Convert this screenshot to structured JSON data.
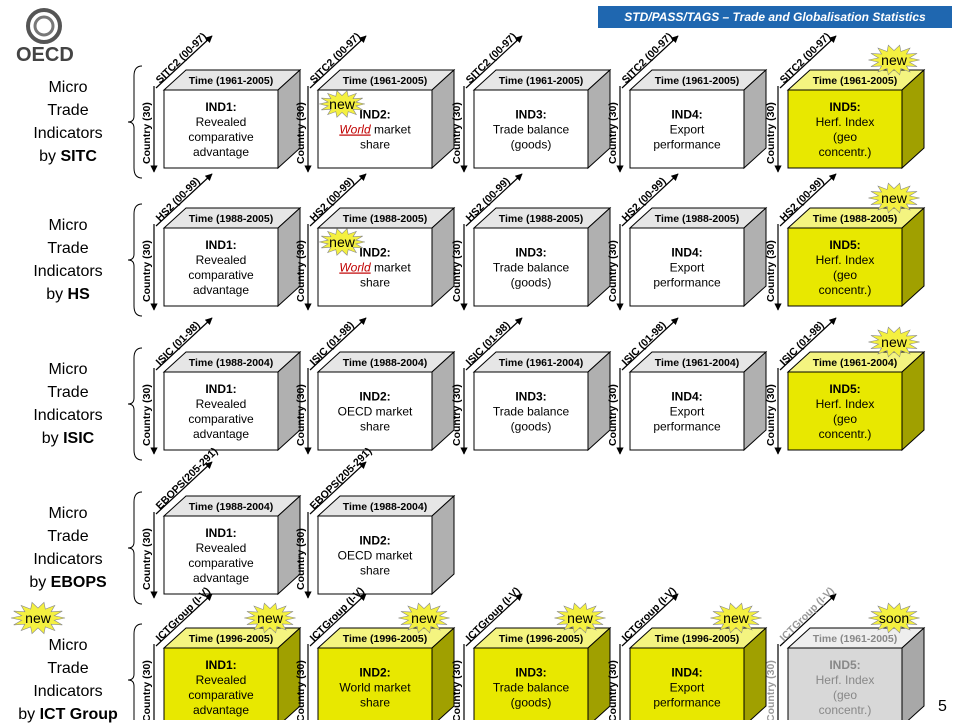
{
  "header": {
    "title": "STD/PASS/TAGS – Trade and Globalisation Statistics"
  },
  "logo": {
    "text": "OECD"
  },
  "page_number": "5",
  "colors": {
    "header_bg": "#1f67b0",
    "yellow": "#e8e800",
    "gray": "#c0c0c0",
    "burst": "#f4f040"
  },
  "rows": [
    {
      "title_lines": [
        "Micro",
        "Trade",
        "Indicators",
        "by "
      ],
      "title_bold": "SITC",
      "dim": "SITC2 (00-97)",
      "boxes": [
        {
          "time": "Time (1961-2005)",
          "lines": [
            "IND1:",
            "Revealed",
            "comparative",
            "advantage"
          ],
          "style": "white"
        },
        {
          "time": "Time (1961-2005)",
          "lines": [
            "IND2:",
            "World market",
            "share"
          ],
          "style": "white",
          "underline": "World",
          "badge": "new"
        },
        {
          "time": "Time (1961-2005)",
          "lines": [
            "IND3:",
            "Trade balance",
            "(goods)"
          ],
          "style": "white"
        },
        {
          "time": "Time (1961-2005)",
          "lines": [
            "IND4:",
            "Export",
            "performance"
          ],
          "style": "white"
        },
        {
          "time": "Time (1961-2005)",
          "lines": [
            "IND5:",
            "Herf. Index",
            "(geo",
            "concentr.)"
          ],
          "style": "yellow",
          "badge": "new"
        }
      ]
    },
    {
      "title_lines": [
        "Micro",
        "Trade",
        "Indicators",
        "by "
      ],
      "title_bold": "HS",
      "dim": "HS2 (00-99)",
      "boxes": [
        {
          "time": "Time (1988-2005)",
          "lines": [
            "IND1:",
            "Revealed",
            "comparative",
            "advantage"
          ],
          "style": "white"
        },
        {
          "time": "Time (1988-2005)",
          "lines": [
            "IND2:",
            "World market",
            "share"
          ],
          "style": "white",
          "underline": "World",
          "badge": "new"
        },
        {
          "time": "Time (1988-2005)",
          "lines": [
            "IND3:",
            "Trade balance",
            "(goods)"
          ],
          "style": "white"
        },
        {
          "time": "Time (1988-2005)",
          "lines": [
            "IND4:",
            "Export",
            "performance"
          ],
          "style": "white"
        },
        {
          "time": "Time (1988-2005)",
          "lines": [
            "IND5:",
            "Herf. Index",
            "(geo",
            "concentr.)"
          ],
          "style": "yellow",
          "badge": "new"
        }
      ]
    },
    {
      "title_lines": [
        "Micro",
        "Trade",
        "Indicators",
        "by "
      ],
      "title_bold": "ISIC",
      "dim": "ISIC (01-98)",
      "boxes": [
        {
          "time": "Time (1988-2004)",
          "lines": [
            "IND1:",
            "Revealed",
            "comparative",
            "advantage"
          ],
          "style": "white"
        },
        {
          "time": "Time (1988-2004)",
          "lines": [
            "IND2:",
            "OECD market",
            "share"
          ],
          "style": "white"
        },
        {
          "time": "Time (1961-2004)",
          "lines": [
            "IND3:",
            "Trade balance",
            "(goods)"
          ],
          "style": "white"
        },
        {
          "time": "Time (1961-2004)",
          "lines": [
            "IND4:",
            "Export",
            "performance"
          ],
          "style": "white"
        },
        {
          "time": "Time (1961-2004)",
          "lines": [
            "IND5:",
            "Herf. Index",
            "(geo",
            "concentr.)"
          ],
          "style": "yellow",
          "badge": "new"
        }
      ]
    },
    {
      "title_lines": [
        "Micro",
        "Trade",
        "Indicators",
        "by "
      ],
      "title_bold": "EBOPS",
      "dim": "EBOPS(205-291)",
      "boxes": [
        {
          "time": "Time (1988-2004)",
          "lines": [
            "IND1:",
            "Revealed",
            "comparative",
            "advantage"
          ],
          "style": "white"
        },
        {
          "time": "Time (1988-2004)",
          "lines": [
            "IND2:",
            "OECD market",
            "share"
          ],
          "style": "white"
        }
      ]
    },
    {
      "title_lines": [
        "Micro",
        "Trade",
        "Indicators",
        "by "
      ],
      "title_bold": "ICT Group",
      "title_badge": "new",
      "dim": "ICTGroup (I-V)",
      "boxes": [
        {
          "time": "Time (1996-2005)",
          "lines": [
            "IND1:",
            "Revealed",
            "comparative",
            "advantage"
          ],
          "style": "yellow",
          "badge": "new"
        },
        {
          "time": "Time (1996-2005)",
          "lines": [
            "IND2:",
            "World market",
            "share"
          ],
          "style": "yellow",
          "badge": "new"
        },
        {
          "time": "Time (1996-2005)",
          "lines": [
            "IND3:",
            "Trade balance",
            "(goods)"
          ],
          "style": "yellow",
          "badge": "new"
        },
        {
          "time": "Time (1996-2005)",
          "lines": [
            "IND4:",
            "Export",
            "performance"
          ],
          "style": "yellow",
          "badge": "new"
        },
        {
          "time": "Time (1961-2005)",
          "lines": [
            "IND5:",
            "Herf. Index",
            "(geo",
            "concentr.)"
          ],
          "style": "gray",
          "badge": "soon"
        }
      ]
    }
  ],
  "country_label": "Country (30)"
}
